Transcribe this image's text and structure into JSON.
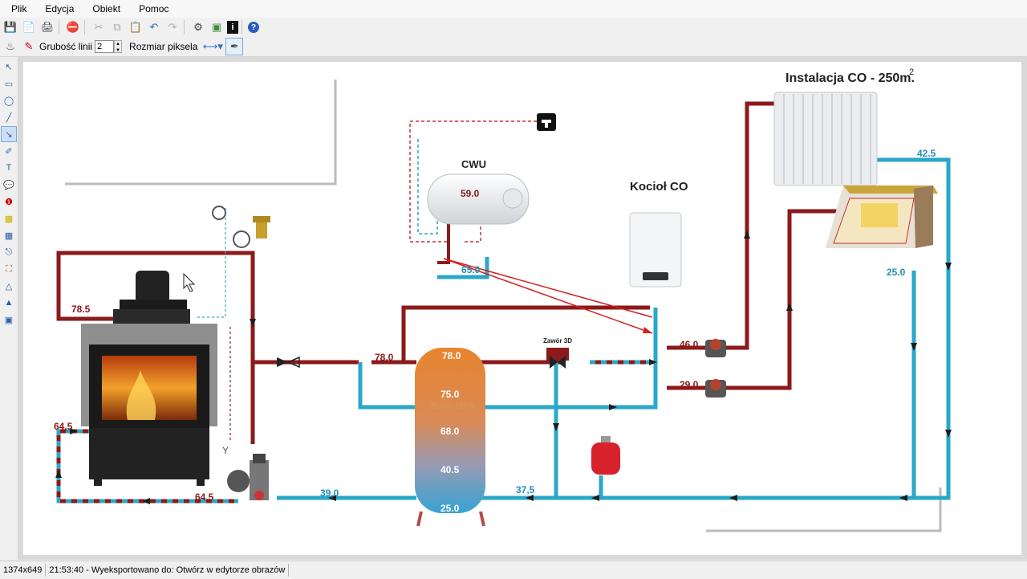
{
  "menu": [
    "Plik",
    "Edycja",
    "Obiekt",
    "Pomoc"
  ],
  "toolbar2": {
    "line_width_label": "Grubość linii",
    "line_width_value": "2",
    "pixel_size_label": "Rozmiar piksela"
  },
  "diagram": {
    "title": "Instalacja CO - 250m.",
    "title_sup": "2",
    "cwu_label": "CWU",
    "cwu_temp": "59.0",
    "cwu_out_temp": "65.0",
    "boiler_label": "Kocioł CO",
    "valve_label": "Zawór 3D",
    "buffer_label": "Bufor 1000L",
    "fireplace_top_temp": "78.5",
    "pipe_temp_1": "78.0",
    "buffer_t1": "78.0",
    "buffer_t2": "75.0",
    "buffer_t3": "68.0",
    "buffer_t4": "40.5",
    "buffer_t5": "25.0",
    "left_return_temp": "64,5",
    "pump_temp": "64,5",
    "return_temp_1": "39,0",
    "return_temp_2": "37,5",
    "pump_temp_1": "46.0",
    "pump_temp_2": "29.0",
    "radiator_return_temp": "42.5",
    "floor_return_temp": "25.0"
  },
  "status": {
    "dimensions": "1374x649",
    "message": "21:53:40 - Wyeksportowano do: Otwórz w edytorze obrazów"
  },
  "colors": {
    "hot_pipe": "#8b1a1a",
    "cold_pipe": "#2aa7c9",
    "temp_hot": "#8b1a1a",
    "temp_cold": "#1f8fb5"
  }
}
